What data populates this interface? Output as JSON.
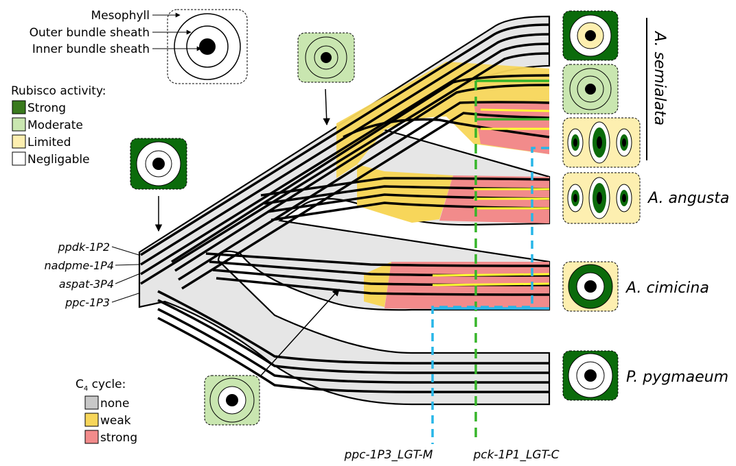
{
  "legend_tissue": {
    "mesophyll": "Mesophyll",
    "outer_sheath": "Outer bundle sheath",
    "inner_sheath": "Inner bundle sheath"
  },
  "legend_rubisco": {
    "title": "Rubisco activity:",
    "items": [
      {
        "label": "Strong",
        "color": "#3a7a1e"
      },
      {
        "label": "Moderate",
        "color": "#c9e6b0"
      },
      {
        "label": "Limited",
        "color": "#fdefb0"
      },
      {
        "label": "Negligable",
        "color": "#ffffff"
      }
    ]
  },
  "legend_c4": {
    "title_prefix": "C",
    "title_sub": "4",
    "title_suffix": " cycle:",
    "items": [
      {
        "label": "none",
        "color": "#c8c8c8"
      },
      {
        "label": "weak",
        "color": "#f7d65a"
      },
      {
        "label": "strong",
        "color": "#f28b8b"
      }
    ]
  },
  "genes": [
    "ppdk-1P2",
    "nadpme-1P4",
    "aspat-3P4",
    "ppc-1P3"
  ],
  "taxa": [
    "A. semialata",
    "A. angusta",
    "A. cimicina",
    "P. pygmaeum"
  ],
  "lgt_labels": [
    "ppc-1P3_LGT-M",
    "pck-1P1_LGT-C"
  ],
  "colors": {
    "tree_fill": "#e6e6e6",
    "weak": "#f7d65a",
    "strong": "#f28b8b",
    "strong_rubisco": "#0b6b0b",
    "moderate_rubisco": "#c9e6b0",
    "limited_rubisco": "#fdefb0",
    "lgt_m": "#27b6e8",
    "lgt_c": "#37b52a",
    "highlight_line": "#ffff33"
  }
}
